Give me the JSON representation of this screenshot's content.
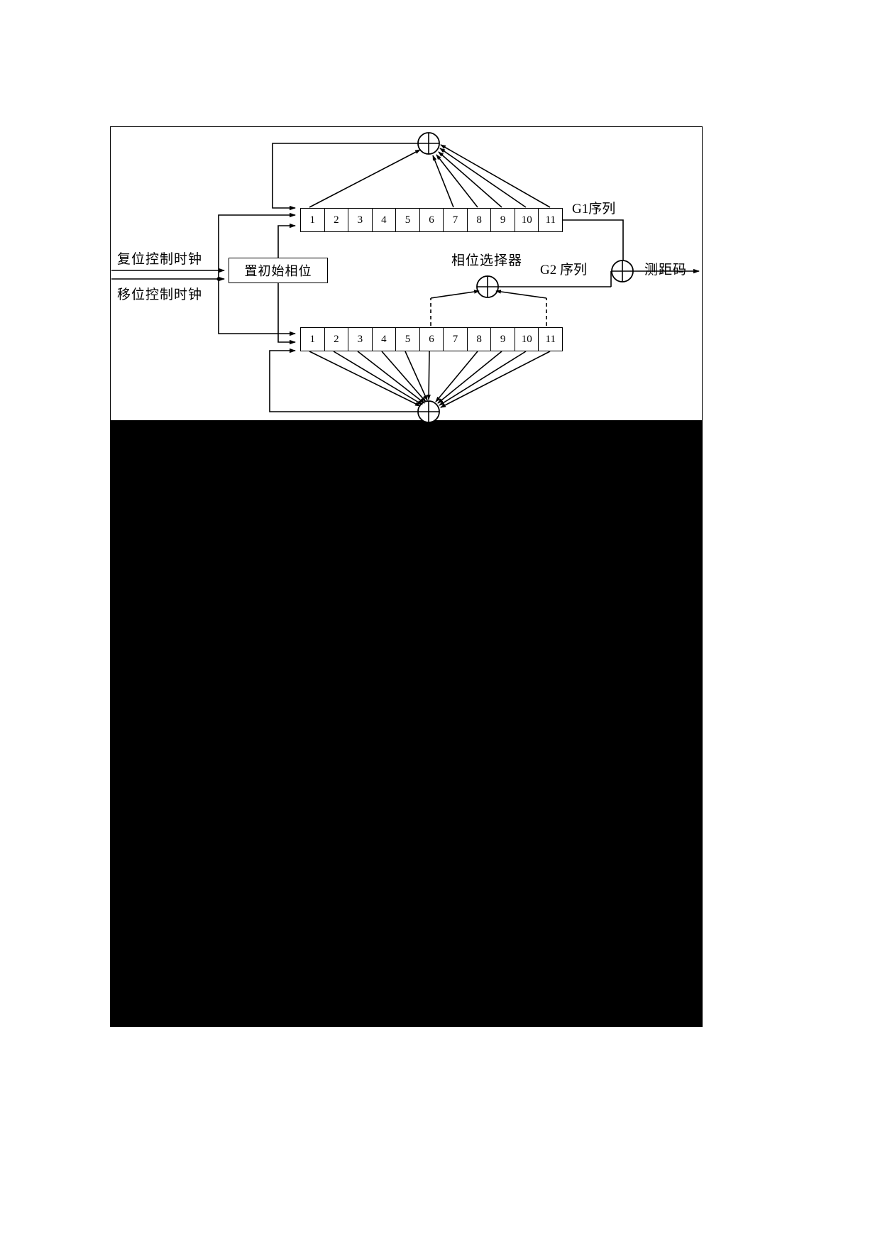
{
  "figure": {
    "type": "block-diagram",
    "description": "Ranging code generator block diagram with two 11-stage shift registers, XOR feedback adders, phase selector and output modulo-2 adder"
  },
  "inputs": [
    {
      "label": "复位控制时钟"
    },
    {
      "label": "移位控制时钟"
    }
  ],
  "blocks": {
    "init_phase": {
      "label": "置初始相位"
    },
    "phase_selector": {
      "label": "相位选择器"
    }
  },
  "registers": {
    "g1": {
      "name": "G1",
      "output_label": "G1序列",
      "cells": [
        "1",
        "2",
        "3",
        "4",
        "5",
        "6",
        "7",
        "8",
        "9",
        "10",
        "11"
      ],
      "feedback_taps": [
        "1",
        "7",
        "8",
        "9",
        "10",
        "11"
      ]
    },
    "g2": {
      "name": "G2",
      "output_label": "G2 序列",
      "cells": [
        "1",
        "2",
        "3",
        "4",
        "5",
        "6",
        "7",
        "8",
        "9",
        "10",
        "11"
      ],
      "feedback_taps": [
        "1",
        "2",
        "3",
        "4",
        "5",
        "6",
        "8",
        "9",
        "10",
        "11"
      ],
      "phase_tap_cells": [
        "6",
        "11"
      ]
    }
  },
  "outputs": {
    "ranging_code": {
      "label": "测距码"
    }
  },
  "adders": {
    "top_xor": {
      "symbol": "⊕",
      "name": "g1-feedback-xor"
    },
    "bottom_xor": {
      "symbol": "⊕",
      "name": "g2-feedback-xor"
    },
    "phase_xor": {
      "symbol": "⊕",
      "name": "phase-selector-xor"
    },
    "output_xor": {
      "symbol": "⊕",
      "name": "output-xor"
    }
  },
  "colors": {
    "line": "#000000",
    "background": "#ffffff",
    "block": "#000000"
  }
}
